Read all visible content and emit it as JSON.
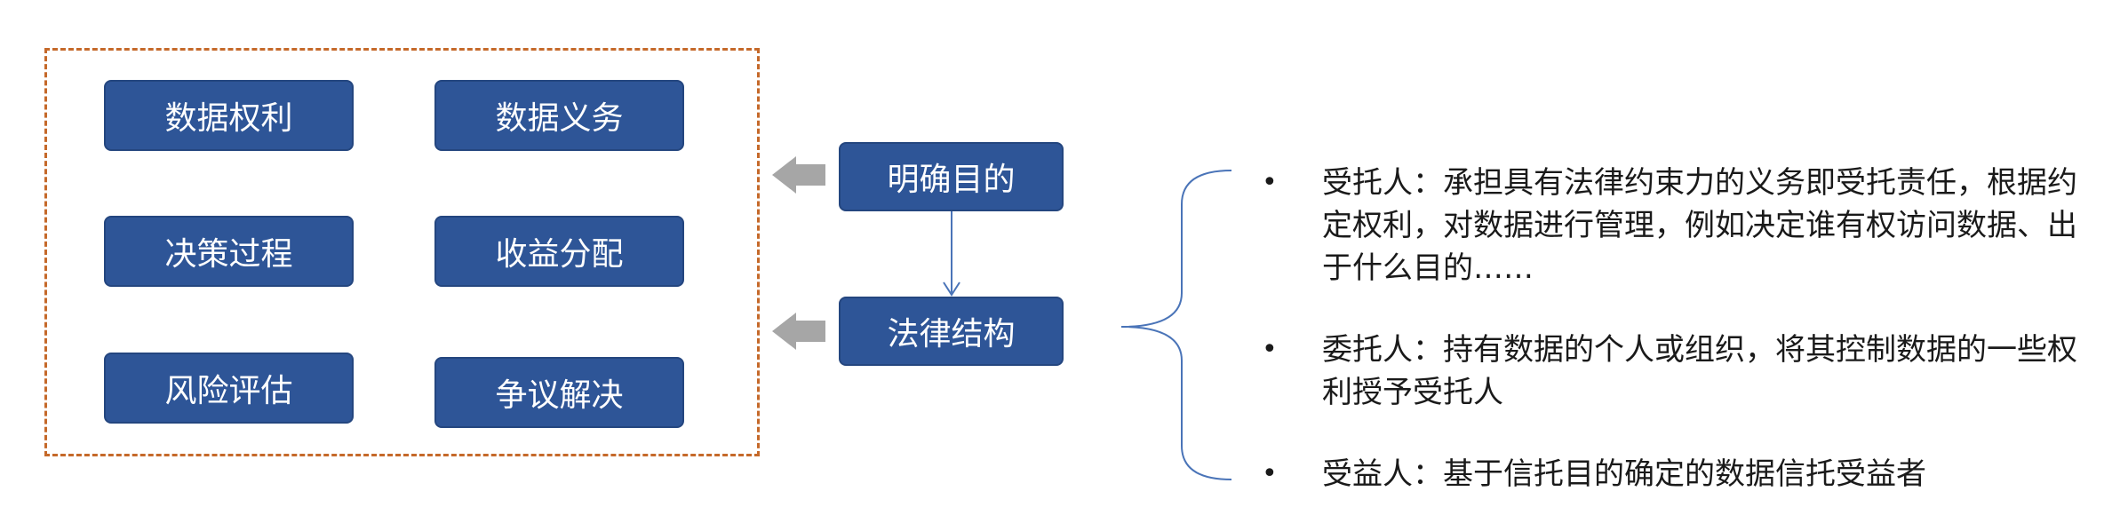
{
  "colors": {
    "box_fill": "#2e5597",
    "box_text": "#ffffff",
    "frame_border": "#c5692a",
    "arrow_gray": "#a6a6a6",
    "connector_blue": "#4a74b8"
  },
  "left_group": {
    "items": [
      "数据权利",
      "数据义务",
      "决策过程",
      "收益分配",
      "风险评估",
      "争议解决"
    ]
  },
  "center": {
    "purpose": "明确目的",
    "structure": "法律结构"
  },
  "bullets": [
    {
      "marker": "•",
      "text": "受托人：承担具有法律约束力的义务即受托责任，根据约定权利，对数据进行管理，例如决定谁有权访问数据、出于什么目的……"
    },
    {
      "marker": "•",
      "text": "委托人：持有数据的个人或组织，将其控制数据的一些权利授予受托人"
    },
    {
      "marker": "•",
      "text": "受益人：基于信托目的确定的数据信托受益者"
    }
  ]
}
